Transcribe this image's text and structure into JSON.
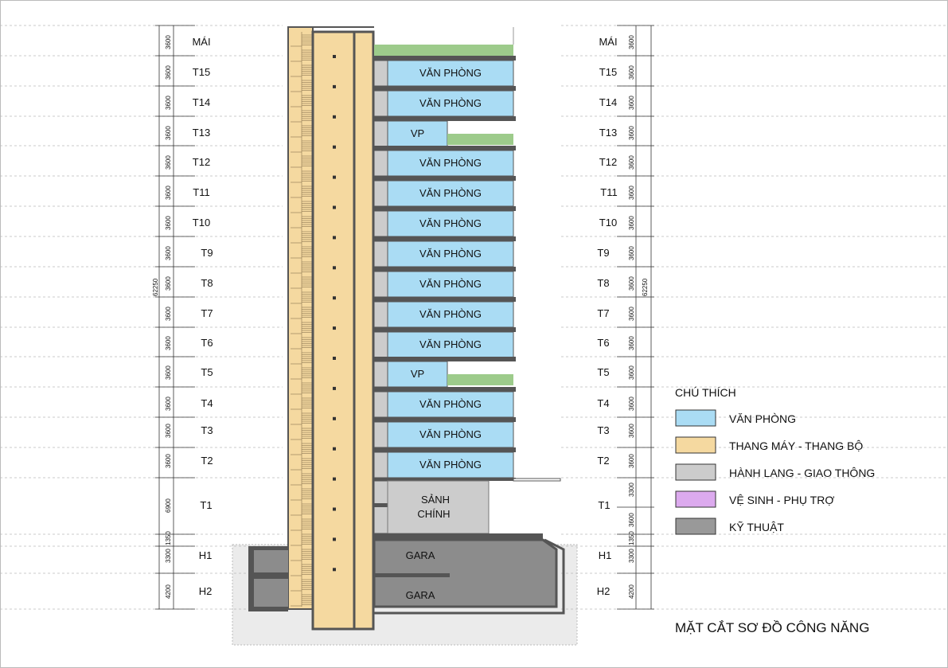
{
  "floors": [
    {
      "id": "mai",
      "label": "MÁI",
      "dim_left": "3600",
      "dim_right": "3600",
      "room": ""
    },
    {
      "id": "t15",
      "label": "T15",
      "dim_left": "3600",
      "dim_right": "3600",
      "room": "VĂN PHÒNG"
    },
    {
      "id": "t14",
      "label": "T14",
      "dim_left": "3600",
      "dim_right": "3600",
      "room": "VĂN PHÒNG"
    },
    {
      "id": "t13",
      "label": "T13",
      "dim_left": "3600",
      "dim_right": "3600",
      "room": "VP"
    },
    {
      "id": "t12",
      "label": "T12",
      "dim_left": "3600",
      "dim_right": "3600",
      "room": "VĂN PHÒNG"
    },
    {
      "id": "t11",
      "label": "T11",
      "dim_left": "3600",
      "dim_right": "3600",
      "room": "VĂN PHÒNG"
    },
    {
      "id": "t10",
      "label": "T10",
      "dim_left": "3600",
      "dim_right": "3600",
      "room": "VĂN PHÒNG"
    },
    {
      "id": "t9",
      "label": "T9",
      "dim_left": "3600",
      "dim_right": "3600",
      "room": "VĂN PHÒNG"
    },
    {
      "id": "t8",
      "label": "T8",
      "dim_left": "3600",
      "dim_right": "3600",
      "room": "VĂN PHÒNG"
    },
    {
      "id": "t7",
      "label": "T7",
      "dim_left": "3600",
      "dim_right": "3600",
      "room": "VĂN PHÒNG"
    },
    {
      "id": "t6",
      "label": "T6",
      "dim_left": "3600",
      "dim_right": "3600",
      "room": "VĂN PHÒNG"
    },
    {
      "id": "t5",
      "label": "T5",
      "dim_left": "3600",
      "dim_right": "3600",
      "room": "VP"
    },
    {
      "id": "t4",
      "label": "T4",
      "dim_left": "3600",
      "dim_right": "3600",
      "room": "VĂN PHÒNG"
    },
    {
      "id": "t3",
      "label": "T3",
      "dim_left": "3600",
      "dim_right": "3600",
      "room": "VĂN PHÒNG"
    },
    {
      "id": "t2",
      "label": "T2",
      "dim_left": "3600",
      "dim_right": "3600",
      "room": "VĂN PHÒNG"
    },
    {
      "id": "t1",
      "label": "T1",
      "dim_left": "6900",
      "dim_right": "3300",
      "room": ""
    },
    {
      "id": "h1",
      "label": "H1",
      "dim_left": "3300",
      "dim_right": "3300",
      "room": "GARA"
    },
    {
      "id": "h2",
      "label": "H2",
      "dim_left": "4200",
      "dim_right": "4200",
      "room": "GARA"
    }
  ],
  "dims": {
    "total": "62250",
    "t1_right_upper": "3300",
    "t1_right_lower": "3600",
    "gap_left": "1350",
    "gap_right": "1350"
  },
  "lobby": {
    "line1": "SẢNH",
    "line2": "CHÍNH"
  },
  "legend": {
    "title": "CHÚ THÍCH",
    "items": [
      {
        "label": "VĂN PHÒNG",
        "color": "#aadcf4"
      },
      {
        "label": "THANG MÁY - THANG BỘ",
        "color": "#f5d9a0"
      },
      {
        "label": "HÀNH LANG - GIAO THÔNG",
        "color": "#cccccc"
      },
      {
        "label": "VỆ SINH - PHỤ TRỢ",
        "color": "#dcaaee"
      },
      {
        "label": "KỸ THUẬT",
        "color": "#999999"
      }
    ]
  },
  "caption": "MẶT CẮT SƠ ĐỒ CÔNG NĂNG",
  "colors": {
    "office": "#aadcf4",
    "core": "#f5d9a0",
    "corridor": "#cccccc",
    "technical": "#8c8c8c",
    "green_roof": "#9dcb8b",
    "slab": "#555555"
  }
}
